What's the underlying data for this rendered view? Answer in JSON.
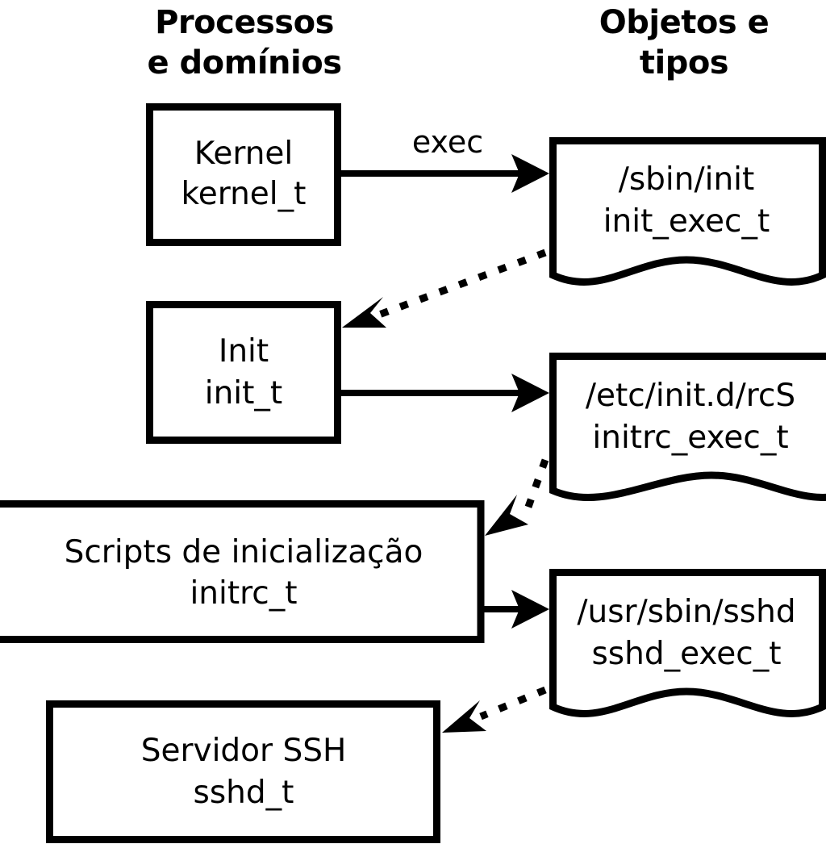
{
  "diagram": {
    "title_columns": {
      "processes": {
        "line1": "Processos",
        "line2": "e domínios"
      },
      "objects": {
        "line1": "Objetos e",
        "line2": "tipos"
      }
    },
    "domain_nodes": [
      {
        "id": "kernel",
        "line1": "Kernel",
        "line2": "kernel_t"
      },
      {
        "id": "init",
        "line1": "Init",
        "line2": "init_t"
      },
      {
        "id": "initrc",
        "line1": "Scripts de inicialização",
        "line2": "initrc_t"
      },
      {
        "id": "sshd",
        "line1": "Servidor SSH",
        "line2": "sshd_t"
      }
    ],
    "object_nodes": [
      {
        "id": "init-exec",
        "line1": "/sbin/init",
        "line2": "init_exec_t"
      },
      {
        "id": "initrc-exec",
        "line1": "/etc/init.d/rcS",
        "line2": "initrc_exec_t"
      },
      {
        "id": "sshd-exec",
        "line1": "/usr/sbin/sshd",
        "line2": "sshd_exec_t"
      }
    ],
    "edges": [
      {
        "id": "kernel-to-init-exec",
        "label": "exec",
        "style": "solid"
      },
      {
        "id": "init-exec-to-init",
        "label": "",
        "style": "dotted"
      },
      {
        "id": "init-to-initrc-exec",
        "label": "",
        "style": "solid"
      },
      {
        "id": "initrc-exec-to-initrc",
        "label": "",
        "style": "dotted"
      },
      {
        "id": "initrc-to-sshd-exec",
        "label": "",
        "style": "solid"
      },
      {
        "id": "sshd-exec-to-sshd",
        "label": "",
        "style": "dotted"
      }
    ],
    "colors": {
      "stroke": "#000000",
      "fill": "#ffffff",
      "background": "#ffffff"
    }
  }
}
